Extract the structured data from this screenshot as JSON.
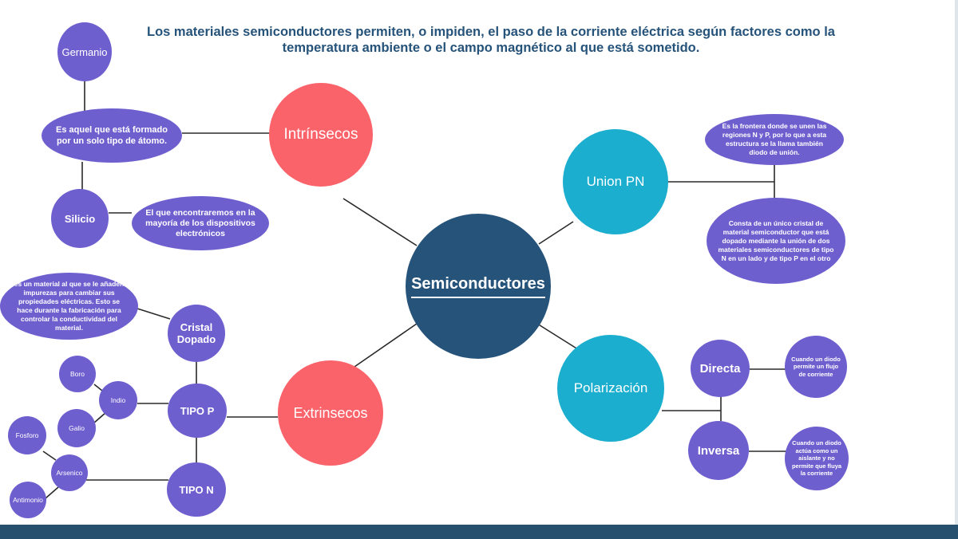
{
  "headline": "Los materiales semiconductores permiten, o impiden, el paso de la corriente eléctrica según factores como la temperatura ambiente o el campo magnético al que está sometido.",
  "center": "Semiconductores",
  "intrinsecos": {
    "title": "Intrínsecos",
    "definition": "Es aquel que está formado por un solo tipo de átomo.",
    "germanio": "Germanio",
    "silicio": "Silicio",
    "silicio_note": "El que encontraremos en la mayoría de los dispositivos electrónicos"
  },
  "union_pn": {
    "title": "Union PN",
    "frontier": "Es la frontera donde se unen las regiones N y P, por lo que a esta estructura se la llama también diodo de unión.",
    "crystal": "Consta de un único cristal de material semiconductor que está dopado mediante la unión de dos materiales semiconductores de tipo N en un lado y de tipo P en el otro"
  },
  "extrinsecos": {
    "title": "Extrinsecos",
    "cristal_dopado": "Cristal Dopado",
    "dopado_def": "es un material al que se le añaden impurezas para cambiar sus propiedades eléctricas. Esto se hace durante la fabricación para controlar la conductividad del material.",
    "tipo_p": "TIPO P",
    "tipo_n": "TIPO N",
    "boro": "Boro",
    "indio": "Indio",
    "galio": "Galio",
    "fosforo": "Fosforo",
    "arsenico": "Arsenico",
    "antimonio": "Antimonio"
  },
  "polarizacion": {
    "title": "Polarización",
    "directa": "Directa",
    "directa_def": "Cuando un diodo permite un flujo de corriente",
    "inversa": "Inversa",
    "inversa_def": "Cuando un diodo actúa como un aislante y no permite que fluya la corriente"
  },
  "colors": {
    "navy": "#26537a",
    "coral": "#fb636b",
    "teal": "#1baecf",
    "purple": "#6e5fcf"
  }
}
